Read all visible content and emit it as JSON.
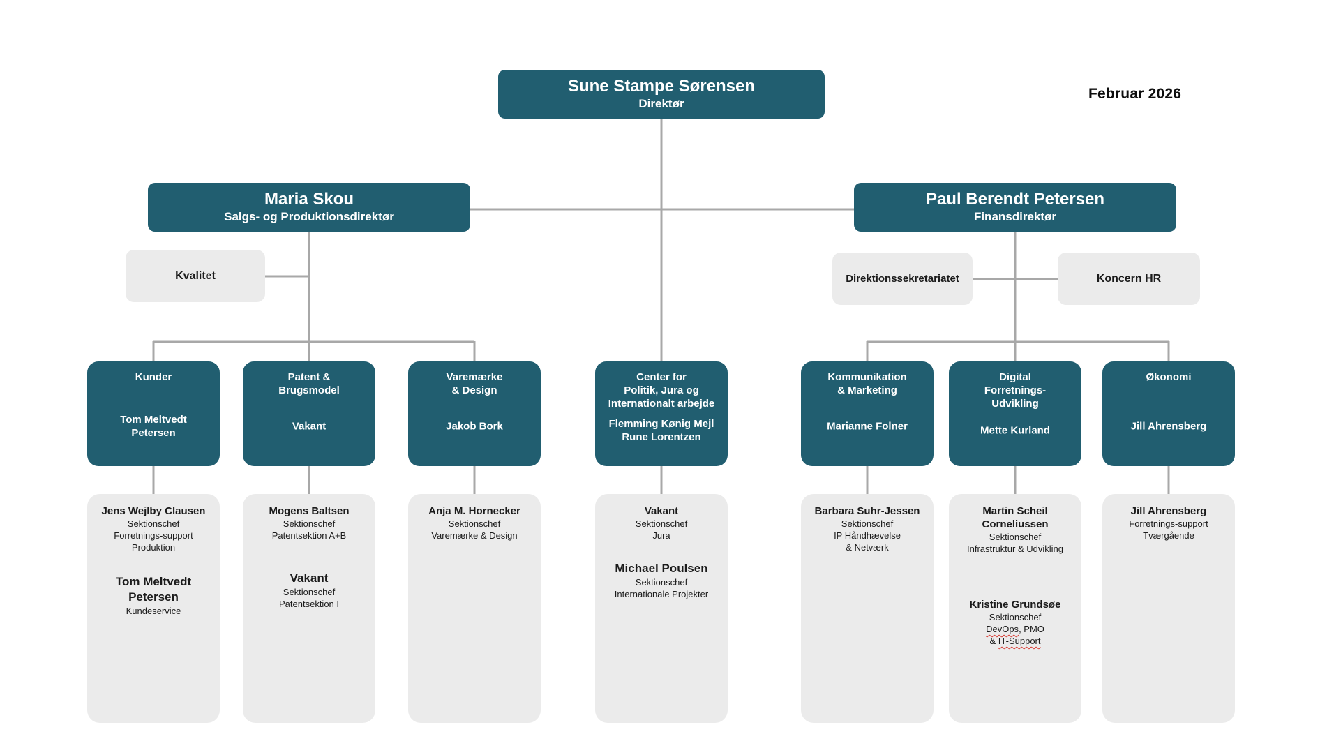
{
  "date_label": "Februar 2026",
  "colors": {
    "box_teal": "#215E70",
    "box_gray": "#EBEBEB",
    "connector_gray": "#A8A8A8",
    "spellcheck_red": "#D83931",
    "text_on_teal": "#FFFFFF",
    "text_dark": "#1B1B1B"
  },
  "ceo": {
    "name": "Sune Stampe Sørensen",
    "title": "Direktør"
  },
  "maria": {
    "name": "Maria Skou",
    "title": "Salgs- og Produktionsdirektør"
  },
  "paul": {
    "name": "Paul Berendt Petersen",
    "title": "Finansdirektør"
  },
  "staff": {
    "kvalitet": "Kvalitet",
    "direktionssekretariat": "Direktionssekretariatet",
    "koncern_hr": "Koncern HR"
  },
  "departments": [
    {
      "title": [
        "Kunder"
      ],
      "names": [
        "Tom Meltvedt",
        "Petersen"
      ]
    },
    {
      "title": [
        "Patent &",
        "Brugsmodel"
      ],
      "names": [
        "Vakant"
      ]
    },
    {
      "title": [
        "Varemærke",
        "& Design"
      ],
      "names": [
        "Jakob Bork"
      ]
    },
    {
      "title": [
        "Center for",
        "Politik, Jura og",
        "Internationalt arbejde"
      ],
      "names": [
        "Flemming Kønig Mejl",
        "Rune Lorentzen"
      ]
    },
    {
      "title": [
        "Kommunikation",
        "& Marketing"
      ],
      "names": [
        "Marianne Folner"
      ]
    },
    {
      "title": [
        "Digital",
        "Forretnings-",
        "Udvikling"
      ],
      "names": [
        "Mette Kurland"
      ]
    },
    {
      "title": [
        "Økonomi"
      ],
      "names": [
        "Jill Ahrensberg"
      ]
    }
  ],
  "sections": [
    {
      "entries": [
        {
          "name": [
            "Jens Wejlby Clausen"
          ],
          "details": [
            "Sektionschef",
            "Forretnings-support",
            "Produktion"
          ]
        },
        {
          "name": [
            "Tom Meltvedt",
            "Petersen"
          ],
          "details": [
            "Kundeservice"
          ]
        }
      ]
    },
    {
      "entries": [
        {
          "name": [
            "Mogens Baltsen"
          ],
          "details": [
            "Sektionschef",
            "Patentsektion A+B"
          ]
        },
        {
          "name": [
            "Vakant"
          ],
          "details": [
            "Sektionschef",
            "Patentsektion I"
          ]
        }
      ]
    },
    {
      "entries": [
        {
          "name": [
            "Anja M. Hornecker"
          ],
          "details": [
            "Sektionschef",
            "Varemærke & Design"
          ]
        }
      ]
    },
    {
      "entries": [
        {
          "name": [
            "Vakant"
          ],
          "details": [
            "Sektionschef",
            "Jura"
          ]
        },
        {
          "name": [
            "Michael Poulsen"
          ],
          "details": [
            "Sektionschef",
            "Internationale Projekter"
          ]
        }
      ]
    },
    {
      "entries": [
        {
          "name": [
            "Barbara Suhr-Jessen"
          ],
          "details": [
            "Sektionschef",
            "IP Håndhævelse",
            "& Netværk"
          ]
        }
      ]
    },
    {
      "entries": [
        {
          "name": [
            "Martin Scheil",
            "Corneliussen"
          ],
          "details": [
            "Sektionschef",
            "Infrastruktur & Udvikling"
          ]
        },
        {
          "name": [
            "Kristine Grundsøe"
          ],
          "details": [
            "Sektionschef"
          ],
          "spellcheck": {
            "devops_word": "DevOps",
            "devops_rest": ", PMO",
            "it_prefix": "& ",
            "it_word": "IT-Support"
          }
        }
      ]
    },
    {
      "entries": [
        {
          "name": [
            "Jill Ahrensberg"
          ],
          "details": [
            "Forretnings-support",
            "Tværgående"
          ]
        }
      ]
    }
  ]
}
